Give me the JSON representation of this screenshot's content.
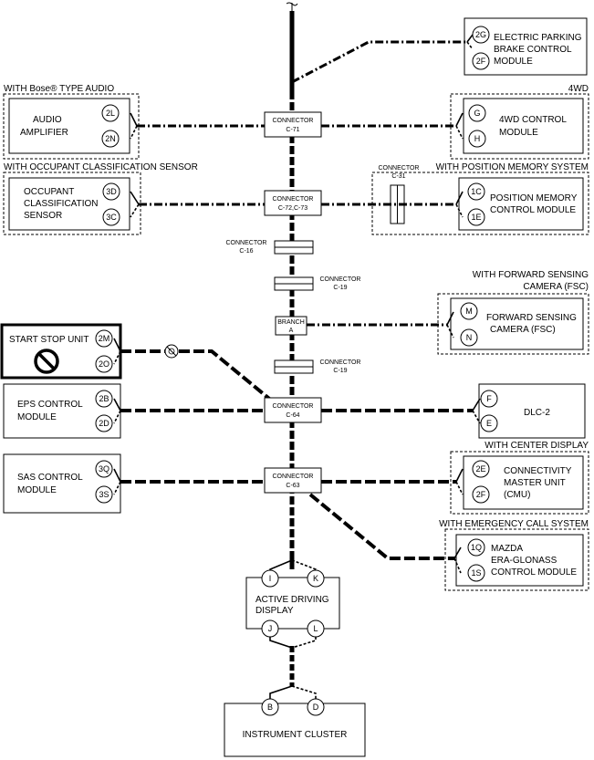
{
  "bus": {
    "connector_c71": [
      "CONNECTOR",
      "C-71"
    ],
    "connector_c72": [
      "CONNECTOR",
      "C-72,C-73"
    ],
    "connector_c16": [
      "CONNECTOR",
      "C-16"
    ],
    "connector_c19a": [
      "CONNECTOR",
      "C-19"
    ],
    "branch_a": [
      "BRANCH",
      "A"
    ],
    "connector_c19b": [
      "CONNECTOR",
      "C-19"
    ],
    "connector_c64": [
      "CONNECTOR",
      "C-64"
    ],
    "connector_c63": [
      "CONNECTOR",
      "C-63"
    ]
  },
  "groups": {
    "bose": "WITH Bose® TYPE AUDIO",
    "fourwd": "4WD",
    "occupant": "WITH OCCUPANT CLASSIFICATION SENSOR",
    "position_memory": "WITH POSITION MEMORY SYSTEM",
    "fsc": [
      "WITH FORWARD SENSING",
      "CAMERA (FSC)"
    ],
    "center_display": "WITH CENTER DISPLAY",
    "emergency_call": "WITH EMERGENCY CALL SYSTEM"
  },
  "connector_c31": [
    "CONNECTOR",
    "C-31"
  ],
  "modules": {
    "epb": {
      "label": [
        "ELECTRIC PARKING",
        "BRAKE CONTROL",
        "MODULE"
      ],
      "pins": [
        "2G",
        "2F"
      ]
    },
    "audio": {
      "label": [
        "AUDIO",
        "AMPLIFIER"
      ],
      "pins": [
        "2L",
        "2N"
      ]
    },
    "fourwd": {
      "label": [
        "4WD CONTROL",
        "MODULE"
      ],
      "pins": [
        "G",
        "H"
      ]
    },
    "occupant": {
      "label": [
        "OCCUPANT",
        "CLASSIFICATION",
        "SENSOR"
      ],
      "pins": [
        "3D",
        "3C"
      ]
    },
    "position": {
      "label": [
        "POSITION MEMORY",
        "CONTROL MODULE"
      ],
      "pins": [
        "1C",
        "1E"
      ]
    },
    "fsc": {
      "label": [
        "FORWARD SENSING",
        "CAMERA (FSC)"
      ],
      "pins": [
        "M",
        "N"
      ]
    },
    "start_stop": {
      "label": [
        "START STOP UNIT"
      ],
      "pins": [
        "2M",
        "2O"
      ]
    },
    "eps": {
      "label": [
        "EPS CONTROL",
        "MODULE"
      ],
      "pins": [
        "2B",
        "2D"
      ]
    },
    "dlc2": {
      "label": [
        "DLC-2"
      ],
      "pins": [
        "F",
        "E"
      ]
    },
    "sas": {
      "label": [
        "SAS CONTROL",
        "MODULE"
      ],
      "pins": [
        "3Q",
        "3S"
      ]
    },
    "cmu": {
      "label": [
        "CONNECTIVITY",
        "MASTER UNIT",
        "(CMU)"
      ],
      "pins": [
        "2E",
        "2F"
      ]
    },
    "mazda_era": {
      "label": [
        "MAZDA",
        "ERA-GLONASS",
        "CONTROL MODULE"
      ],
      "pins": [
        "1Q",
        "1S"
      ]
    },
    "active_display": {
      "label": [
        "ACTIVE DRIVING",
        "DISPLAY"
      ],
      "pins": [
        "I",
        "K",
        "J",
        "L"
      ]
    },
    "instrument": {
      "label": [
        "INSTRUMENT CLUSTER"
      ],
      "pins": [
        "B",
        "D"
      ]
    }
  }
}
